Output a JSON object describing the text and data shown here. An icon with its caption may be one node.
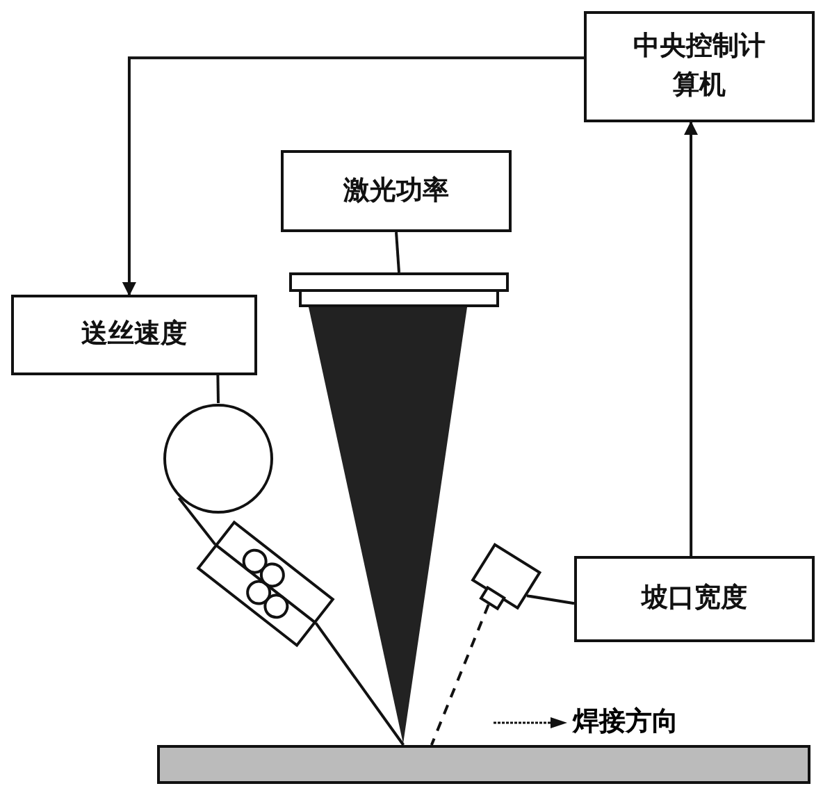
{
  "diagram": {
    "nodes": [
      {
        "text": [
          "中央控制计算机"
        ]
      },
      {
        "text": [
          "激光功率"
        ]
      },
      {
        "text": [
          "送丝速度"
        ]
      },
      {
        "text": [
          "坡口宽度"
        ]
      },
      {
        "text": [],
        "shape": "circle"
      },
      {
        "text": [],
        "shape": "box"
      },
      {
        "text": [],
        "shape": "box"
      },
      {
        "text": [],
        "shape": "box"
      },
      {
        "text": [],
        "shape": "bar"
      }
    ],
    "edges": [
      {
        "from": 0,
        "to": 2,
        "arrow": "to"
      },
      {
        "from": 3,
        "to": 0,
        "arrow": "to"
      },
      {
        "from": 1,
        "to": 6,
        "arrow": "none"
      },
      {
        "from": 2,
        "to": 4,
        "arrow": "none"
      },
      {
        "from": 4,
        "to": 5,
        "arrow": "none"
      },
      {
        "from": 5,
        "to": 8,
        "arrow": "none"
      },
      {
        "from": 3,
        "to": 7,
        "arrow": "none"
      },
      {
        "from": 7,
        "to": 8,
        "arrow": "none",
        "style": "dashed"
      }
    ],
    "labels": [
      "焊接方向"
    ]
  }
}
